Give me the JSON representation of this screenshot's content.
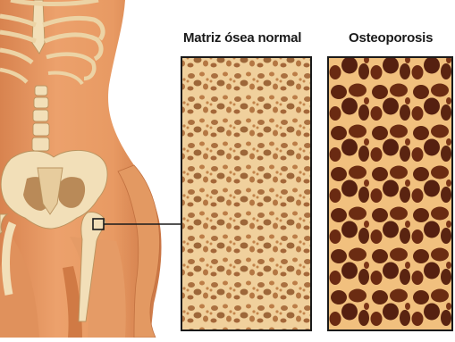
{
  "labels": {
    "normal_panel_title": "Matriz ósea normal",
    "osteoporosis_panel_title": "Osteoporosis"
  },
  "colors": {
    "skin": "#e69a66",
    "skin_shadow": "#c8703f",
    "bone": "#f2dfb8",
    "bone_shadow": "#c9a777",
    "normal_matrix": "#f0cf9a",
    "normal_pores": "#8a4f22",
    "osteo_matrix": "#f1c07e",
    "osteo_pores": "#5e2510",
    "frame": "#1a1a1a"
  },
  "icons": [
    "skeleton-illustration",
    "hip-bone-illustration",
    "femur-illustration",
    "callout-box",
    "callout-leader-line"
  ]
}
